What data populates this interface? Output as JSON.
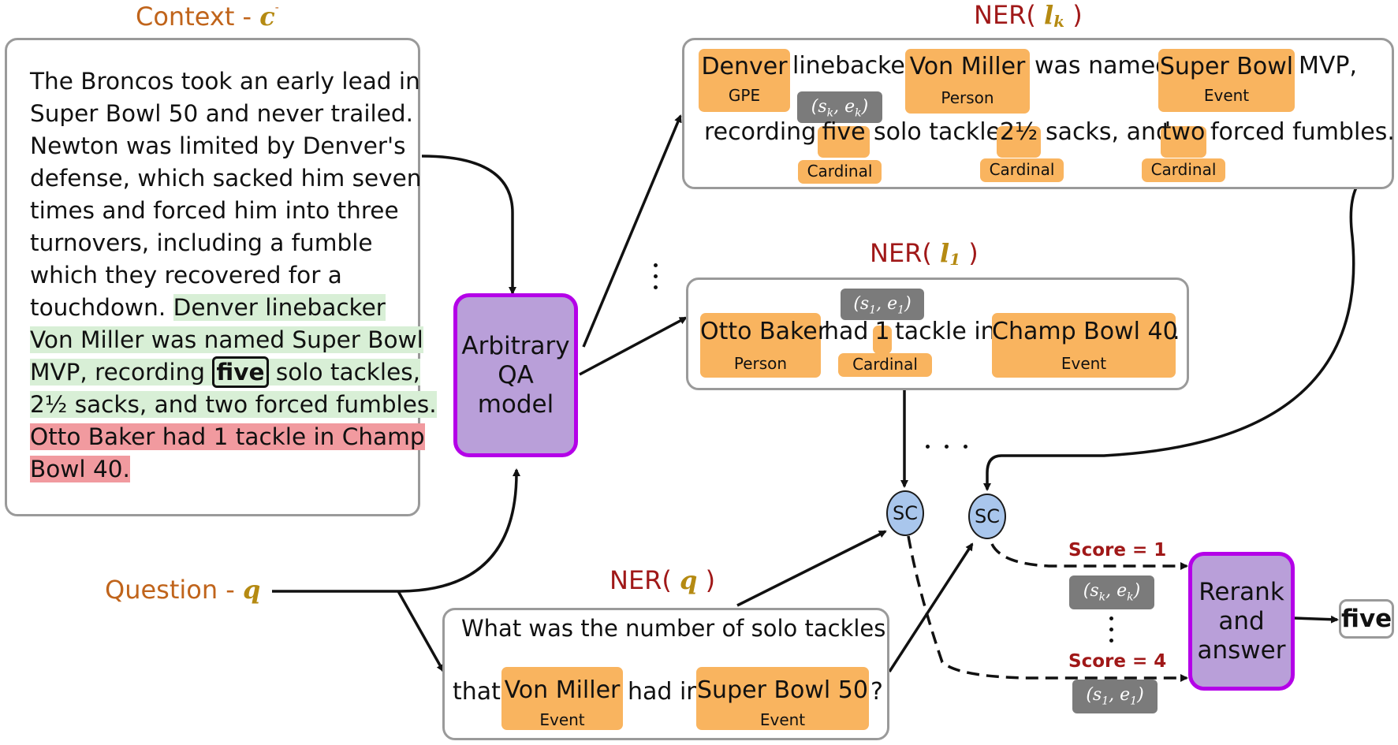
{
  "context_title": {
    "label": "Context - ",
    "symbol": "c"
  },
  "context_lines": [
    "The Broncos took an early lead in",
    "Super Bowl 50 and never trailed.",
    "Newton was limited by Denver's",
    "defense, which sacked him seven",
    "times and forced him into three",
    "turnovers, including a fumble",
    "which they recovered for a",
    "touchdown."
  ],
  "context_green": {
    "line8": "Denver linebacker",
    "line9": "Von Miller was named Super Bowl",
    "line10_pre": "MVP, recording ",
    "line10_answer": "five",
    "line10_post": " solo tackles,",
    "line11": "2½ sacks, and two forced fumbles."
  },
  "context_red": {
    "line12": "Otto Baker had 1 tackle in Champ",
    "line13": "Bowl 40."
  },
  "qa_model": {
    "line1": "Arbitrary",
    "line2": "QA",
    "line3": "model"
  },
  "ner_lk": {
    "label": "NER(",
    "symbol": "l",
    "sub": "k",
    "close": ")"
  },
  "ner_l1": {
    "label": "NER(",
    "symbol": "l",
    "sub": "1",
    "close": ")"
  },
  "ner_q": {
    "label": "NER(",
    "symbol": "q",
    "close": ")"
  },
  "question_label": {
    "label": "Question - ",
    "symbol": "q"
  },
  "lk_sentence": {
    "e1": {
      "text": "Denver",
      "type": "GPE"
    },
    "w1": "linebacker",
    "e2": {
      "text": "Von Miller",
      "type": "Person"
    },
    "w2": "was named",
    "e3": {
      "text": "Super Bowl",
      "type": "Event"
    },
    "w3": "MVP,",
    "w4": "recording",
    "e4": {
      "text": "five",
      "type": "Cardinal"
    },
    "w5": "solo tackles,",
    "e5": {
      "text": "2½",
      "type": "Cardinal"
    },
    "w6": "sacks, and",
    "e6": {
      "text": "two",
      "type": "Cardinal"
    },
    "w7": "forced fumbles.",
    "span_tag": "(s_k, e_k)"
  },
  "l1_sentence": {
    "e1": {
      "text": "Otto Baker",
      "type": "Person"
    },
    "w1": "had",
    "e2": {
      "text": "1",
      "type": "Cardinal"
    },
    "w2": "tackle in",
    "e3": {
      "text": "Champ Bowl 40",
      "type": "Event"
    },
    "w3": ".",
    "span_tag": "(s_1, e_1)"
  },
  "question_sentence": {
    "line1": "What was the number of solo tackles",
    "w1": "that",
    "e1": {
      "text": "Von Miller",
      "type": "Event"
    },
    "w2": "had in",
    "e2": {
      "text": "Super Bowl 50",
      "type": "Event"
    },
    "w3": "?"
  },
  "sc_label": "SC",
  "scores": {
    "top": "Score = 1",
    "bottom": "Score = 4"
  },
  "rerank": {
    "line1": "Rerank",
    "line2": "and",
    "line3": "answer"
  },
  "answer": "five",
  "ellipsis_h": "· · ·",
  "colors": {
    "qa_fill": "#b99fd9",
    "qa_border": "#b400e8",
    "entity": "#f9b45f",
    "sc_fill": "#a9c6ec",
    "green_highlight": "#d8efd6",
    "red_highlight": "#f19a9f",
    "score_text": "#a01818",
    "title_orange": "#c0641b"
  }
}
